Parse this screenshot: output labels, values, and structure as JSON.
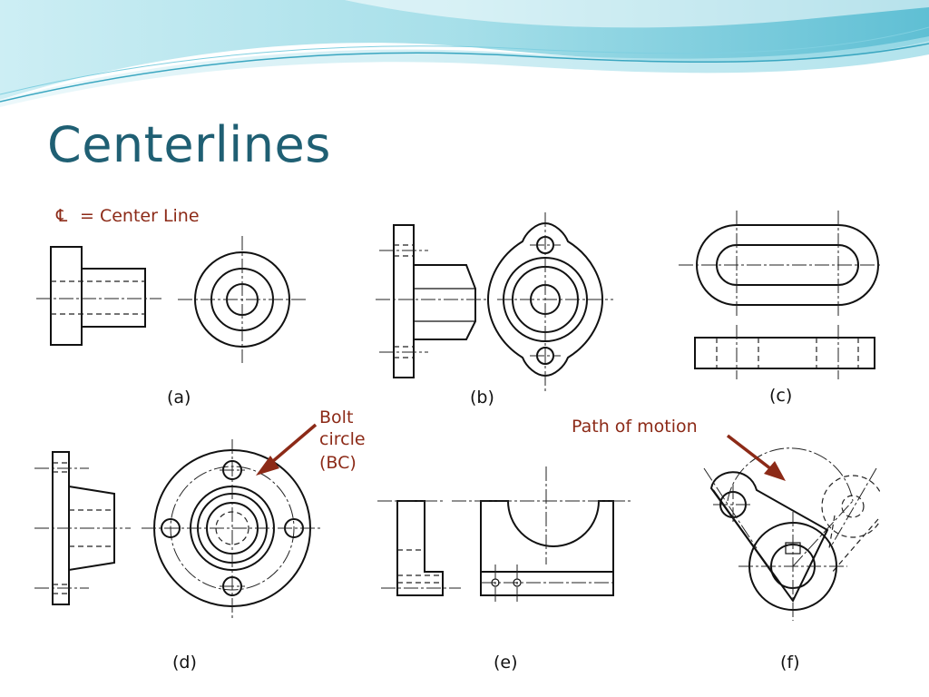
{
  "slide": {
    "title": "Centerlines"
  },
  "legend": {
    "symbol": "℄",
    "text": "= Center Line"
  },
  "figures": [
    {
      "id": "a",
      "caption": "(a)"
    },
    {
      "id": "b",
      "caption": "(b)"
    },
    {
      "id": "c",
      "caption": "(c)"
    },
    {
      "id": "d",
      "caption": "(d)"
    },
    {
      "id": "e",
      "caption": "(e)"
    },
    {
      "id": "f",
      "caption": "(f)"
    }
  ],
  "annotations": {
    "bolt_circle": {
      "line1": "Bolt",
      "line2": "circle",
      "line3": "(BC)"
    },
    "path_of_motion": "Path of motion"
  },
  "colors": {
    "title": "#1f5f73",
    "annotation": "#8c2a17",
    "wave_light": "#bfe6ee",
    "wave_mid": "#7fcfe0",
    "wave_dark": "#3aa6c0"
  }
}
